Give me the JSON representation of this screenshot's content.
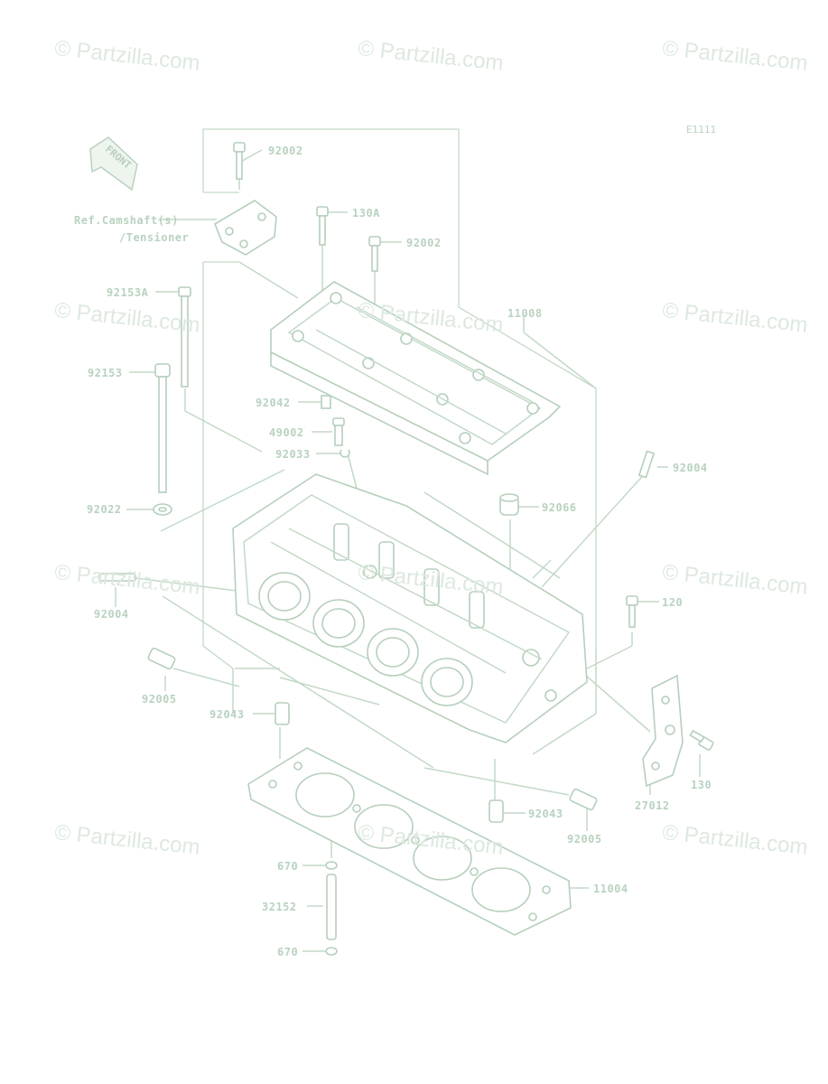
{
  "watermark": "© Partzilla.com",
  "diagram_code": "E1111",
  "front_label": "FRONT",
  "reference_note": [
    "Ref.Camshaft(s)",
    "/Tensioner"
  ],
  "parts": [
    {
      "id": "92002-top",
      "label": "92002"
    },
    {
      "id": "130A",
      "label": "130A"
    },
    {
      "id": "92002-mid",
      "label": "92002"
    },
    {
      "id": "92153A",
      "label": "92153A"
    },
    {
      "id": "11008",
      "label": "11008"
    },
    {
      "id": "92153",
      "label": "92153"
    },
    {
      "id": "92042",
      "label": "92042"
    },
    {
      "id": "49002",
      "label": "49002"
    },
    {
      "id": "92033",
      "label": "92033"
    },
    {
      "id": "92004-right",
      "label": "92004"
    },
    {
      "id": "92022",
      "label": "92022"
    },
    {
      "id": "92066",
      "label": "92066"
    },
    {
      "id": "92004-left",
      "label": "92004"
    },
    {
      "id": "120",
      "label": "120"
    },
    {
      "id": "92005-left",
      "label": "92005"
    },
    {
      "id": "92043-upper",
      "label": "92043"
    },
    {
      "id": "27012",
      "label": "27012"
    },
    {
      "id": "130",
      "label": "130"
    },
    {
      "id": "92043-lower",
      "label": "92043"
    },
    {
      "id": "92005-right",
      "label": "92005"
    },
    {
      "id": "670-top",
      "label": "670"
    },
    {
      "id": "11004",
      "label": "11004"
    },
    {
      "id": "32152",
      "label": "32152"
    },
    {
      "id": "670-bottom",
      "label": "670"
    }
  ]
}
